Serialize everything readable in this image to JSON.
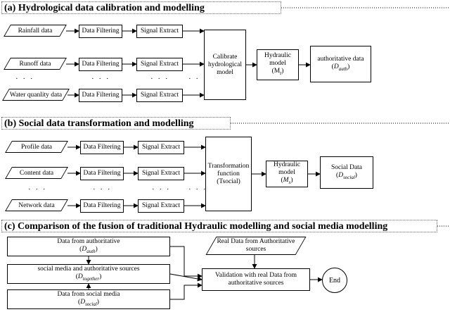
{
  "section_a": {
    "title": "(a) Hydrological data calibration and modelling",
    "inputs": [
      "Rainfall data",
      "Runoff data",
      "Water quanlity data"
    ],
    "filter": "Data Filtering",
    "extract": "Signal Extract",
    "ellipsis": "· · ·",
    "calibrate": "Calibrate hydrological model",
    "hydraulic_label": "Hydraulic model",
    "hydraulic_var": "(M",
    "hydraulic_sub": "t",
    "authoritative_label": "authoritative data",
    "authoritative_var": "D",
    "authoritative_sub": "auth"
  },
  "section_b": {
    "title": "(b) Social data transformation and modelling",
    "inputs": [
      "Profile data",
      "Content data",
      "Network data"
    ],
    "filter": "Data Filtering",
    "extract": "Signal Extract",
    "ellipsis": "· · ·",
    "transform": "Transformation function (Tsocial)",
    "hydraulic_label": "Hydraulic model",
    "hydraulic_var": "M",
    "hydraulic_sub": "s",
    "social_label": "Social Data",
    "social_var": "D",
    "social_sub": "social"
  },
  "section_c": {
    "title": "(c) Comparison of the fusion of traditional Hydraulic modelling and social media modelling",
    "from_auth": "Data from authoritative",
    "from_auth_var": "D",
    "from_auth_sub": "auth",
    "together": "social media and authoritative sources",
    "together_var": "D",
    "together_sub": "together",
    "from_social": "Data from social media",
    "from_social_var": "D",
    "from_social_sub": "social",
    "real_data": "Real Data from Authoritative sources",
    "validation": "Validation with real Data from authoritative sources",
    "end": "End"
  }
}
